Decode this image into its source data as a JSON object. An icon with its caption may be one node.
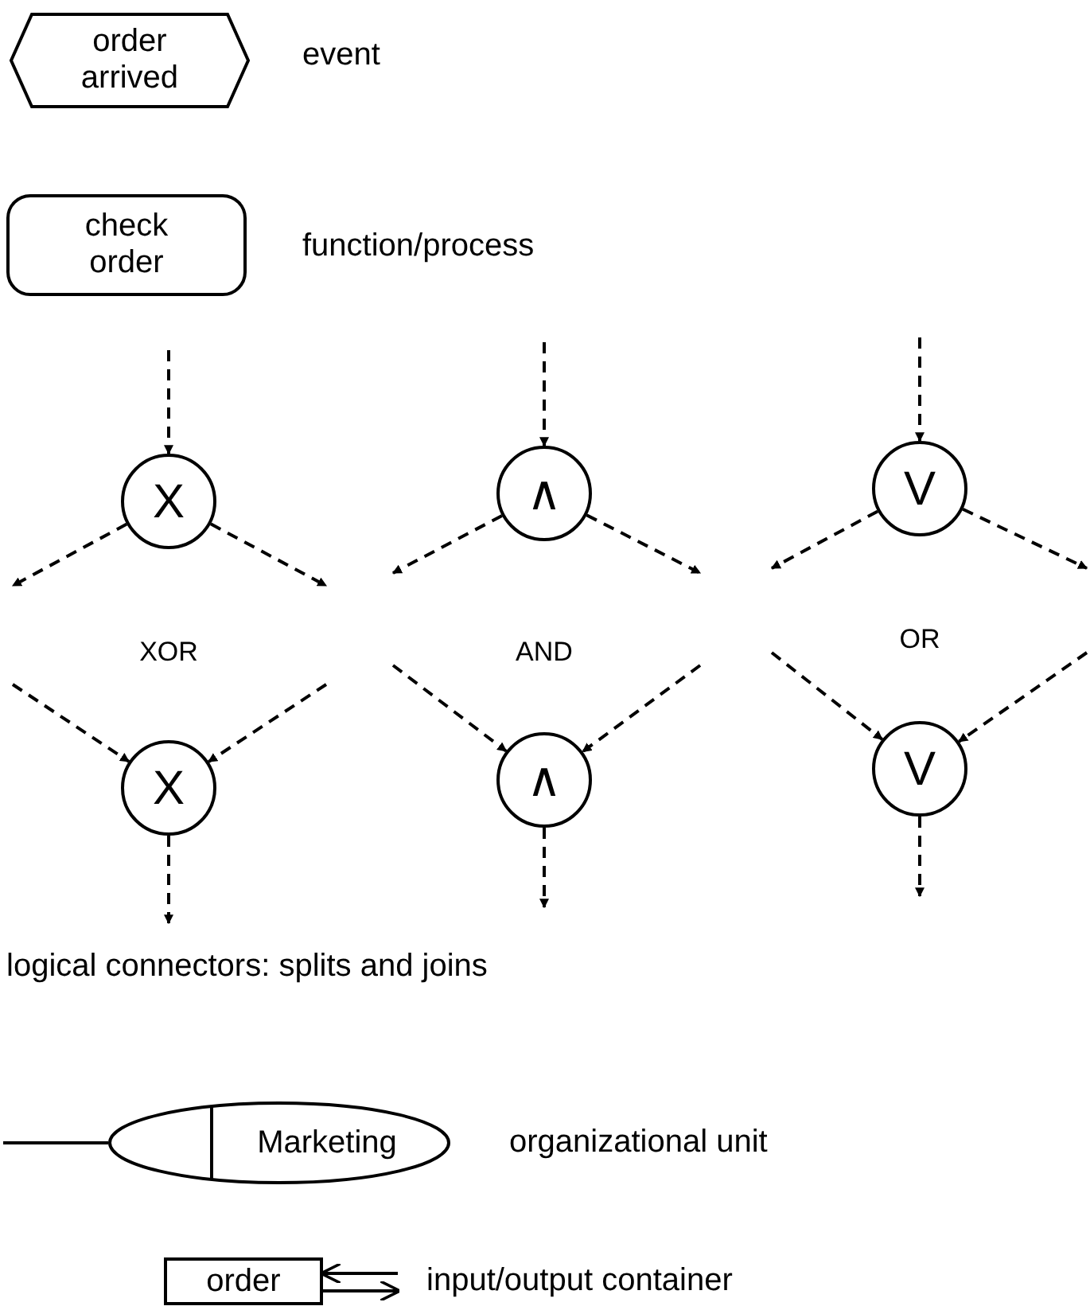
{
  "diagram": {
    "nodes": [
      {
        "text": [
          "order arrived"
        ],
        "beside": [
          "event"
        ]
      },
      {
        "text": [
          "check order"
        ],
        "beside": [
          "function/process"
        ]
      },
      {
        "text": [
          "X"
        ]
      },
      {
        "text": [
          "X"
        ]
      },
      {
        "text": [
          "∧"
        ]
      },
      {
        "text": [
          "∧"
        ]
      },
      {
        "text": [
          "V"
        ]
      },
      {
        "text": [
          "V"
        ]
      },
      {
        "text": [
          "Marketing"
        ],
        "beside": [
          "organizational unit"
        ]
      },
      {
        "text": [
          "order"
        ],
        "beside": [
          "input/output container"
        ]
      }
    ],
    "edges": [
      {
        "from": null,
        "to": 2,
        "arrow": "to",
        "style": "dashed"
      },
      {
        "from": 2,
        "to": null,
        "arrow": "to",
        "style": "dashed"
      },
      {
        "from": 2,
        "to": null,
        "arrow": "to",
        "style": "dashed"
      },
      {
        "from": null,
        "to": 3,
        "arrow": "to",
        "style": "dashed"
      },
      {
        "from": null,
        "to": 3,
        "arrow": "to",
        "style": "dashed"
      },
      {
        "from": 3,
        "to": null,
        "arrow": "to",
        "style": "dashed"
      },
      {
        "from": null,
        "to": 4,
        "arrow": "to",
        "style": "dashed"
      },
      {
        "from": 4,
        "to": null,
        "arrow": "to",
        "style": "dashed"
      },
      {
        "from": 4,
        "to": null,
        "arrow": "to",
        "style": "dashed"
      },
      {
        "from": null,
        "to": 5,
        "arrow": "to",
        "style": "dashed"
      },
      {
        "from": null,
        "to": 5,
        "arrow": "to",
        "style": "dashed"
      },
      {
        "from": 5,
        "to": null,
        "arrow": "to",
        "style": "dashed"
      },
      {
        "from": null,
        "to": 6,
        "arrow": "to",
        "style": "dashed"
      },
      {
        "from": 6,
        "to": null,
        "arrow": "to",
        "style": "dashed"
      },
      {
        "from": 6,
        "to": null,
        "arrow": "to",
        "style": "dashed"
      },
      {
        "from": null,
        "to": 7,
        "arrow": "to",
        "style": "dashed"
      },
      {
        "from": null,
        "to": 7,
        "arrow": "to",
        "style": "dashed"
      },
      {
        "from": 7,
        "to": null,
        "arrow": "to",
        "style": "dashed"
      },
      {
        "from": null,
        "to": 8,
        "arrow": "none"
      },
      {
        "from": null,
        "to": 9,
        "arrow": "to"
      },
      {
        "from": 9,
        "to": null,
        "arrow": "to"
      }
    ],
    "labels": [
      "XOR",
      "AND",
      "OR",
      "logical connectors: splits and joins"
    ]
  }
}
